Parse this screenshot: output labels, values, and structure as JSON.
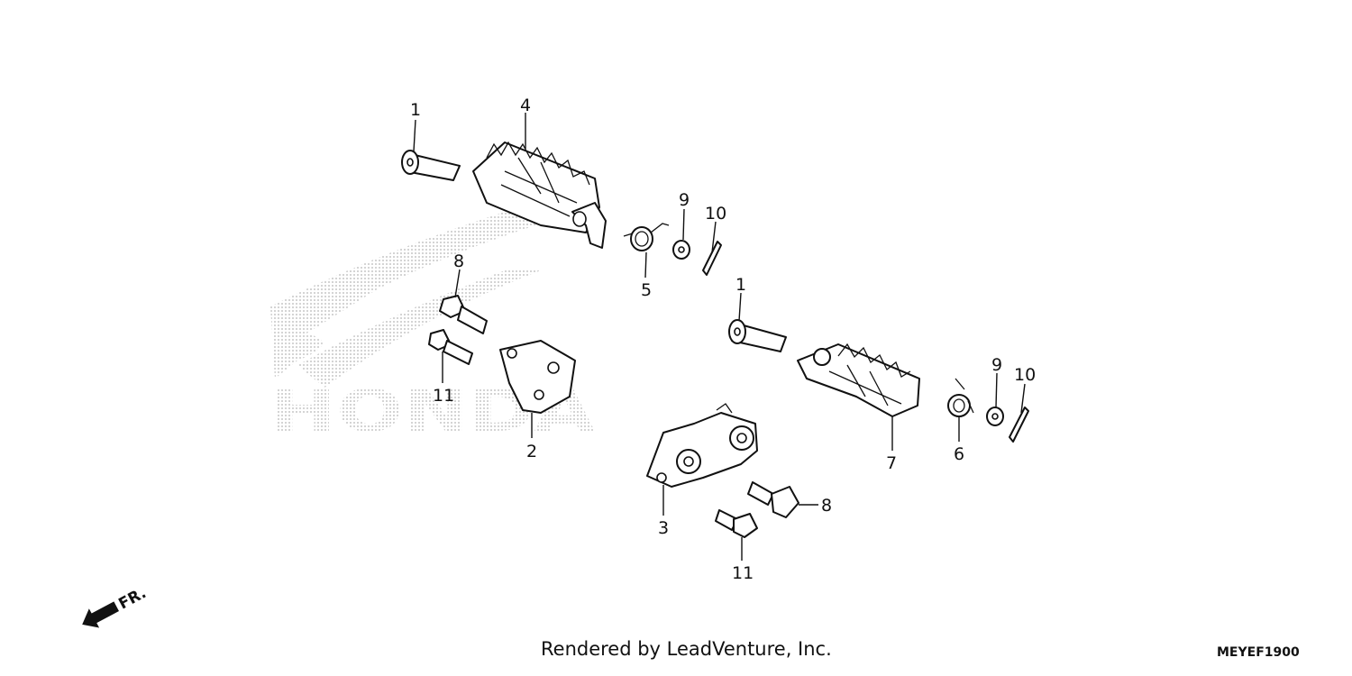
{
  "callouts": [
    "1",
    "4",
    "9",
    "10",
    "5",
    "8",
    "1",
    "9",
    "10",
    "11",
    "2",
    "6",
    "7",
    "3",
    "8",
    "11"
  ],
  "watermark": {
    "text": "HONDA"
  },
  "direction_marker": {
    "label": "FR.",
    "icon": "front-arrow-icon"
  },
  "footer": {
    "credit": "Rendered by LeadVenture, Inc.",
    "code": "MEYEF1900"
  },
  "colors": {
    "line": "#111111",
    "watermark": "#b5b5b5",
    "background": "#ffffff"
  }
}
